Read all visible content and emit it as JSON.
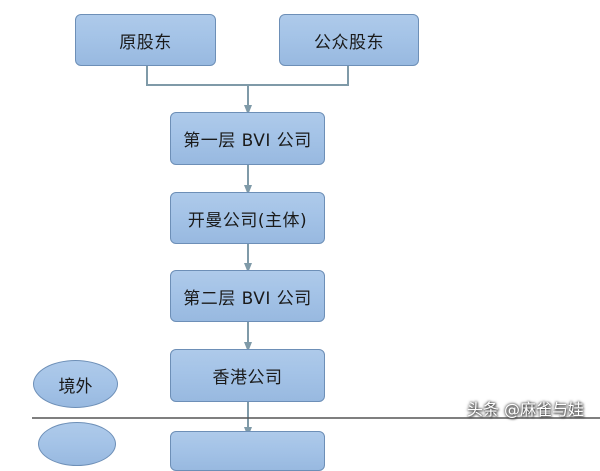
{
  "diagram": {
    "nodes": {
      "original_shareholders": "原股东",
      "public_shareholders": "公众股东",
      "bvi_layer1": "第一层 BVI 公司",
      "kaiman_company": "开曼公司(主体)",
      "bvi_layer2": "第二层 BVI 公司",
      "hk_company": "香港公司"
    },
    "regions": {
      "offshore": "境外"
    }
  },
  "watermark": "头条 @麻雀与娃",
  "colors": {
    "node_fill": "#a4c3e7",
    "node_border": "#6d8fb7",
    "connector": "#7f9aa8",
    "divider": "#555555"
  }
}
